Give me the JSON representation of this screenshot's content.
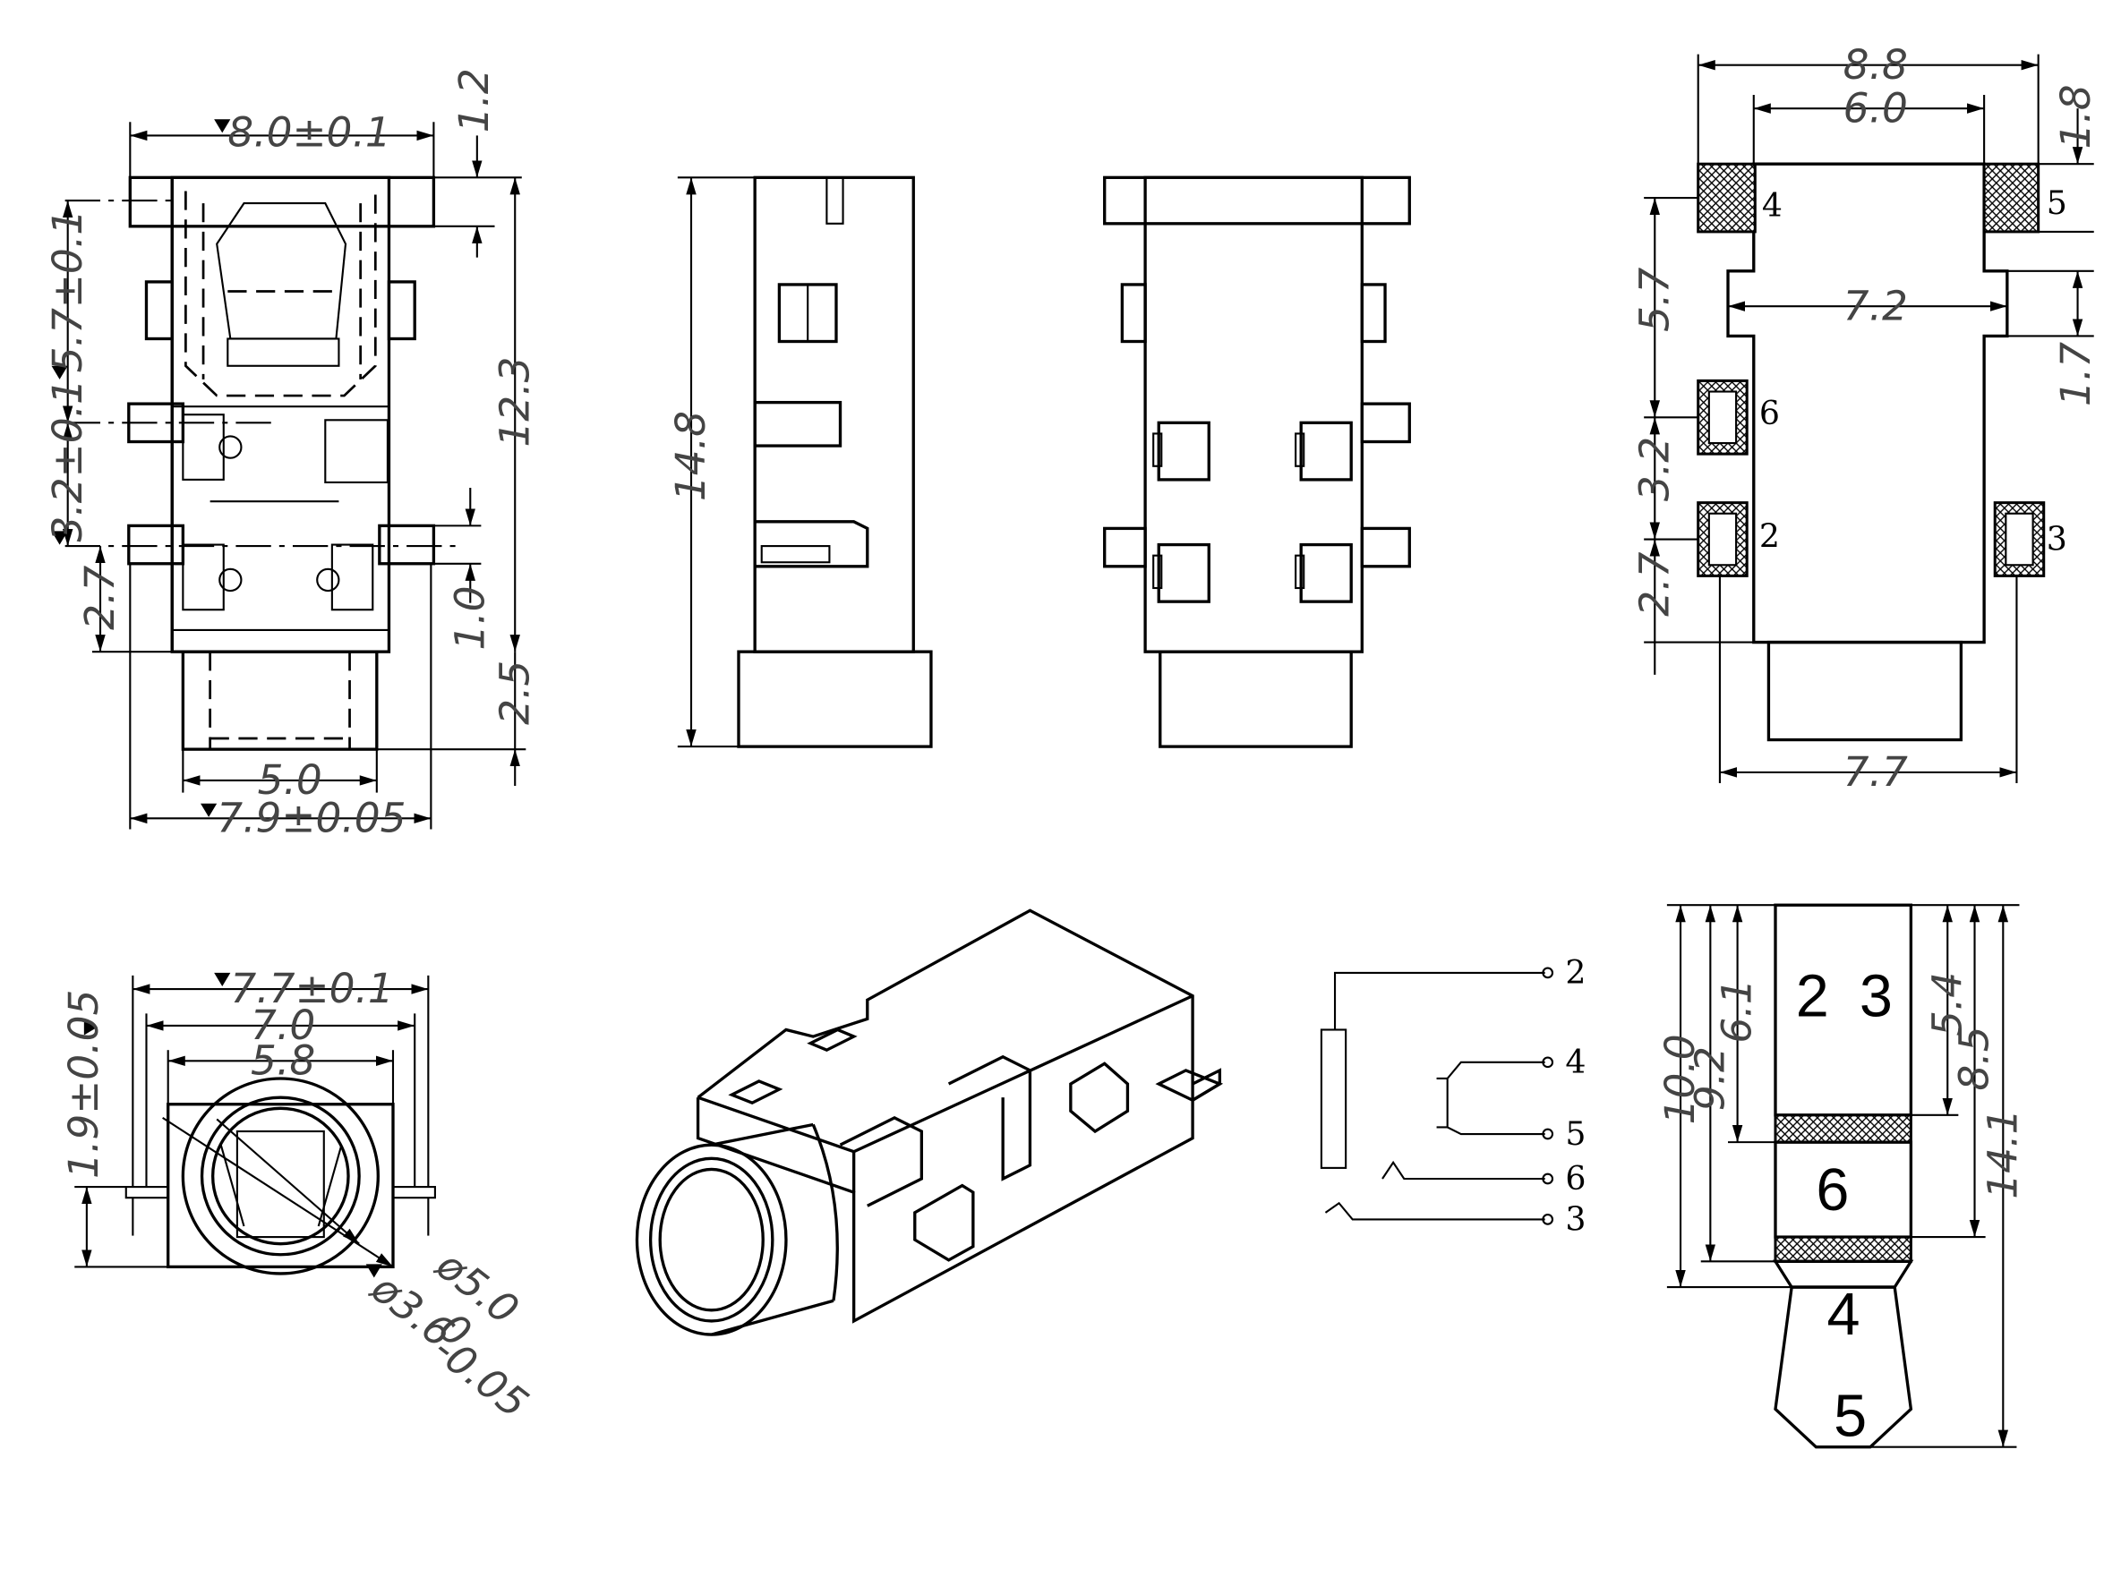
{
  "front_view": {
    "width_top": "8.0±0.1",
    "top_offset": "1.2",
    "pin_pitch_upper": "5.7±0.1",
    "pin_pitch_mid": "3.2±0.1",
    "body_height": "12.3",
    "pin_edge": "2.7",
    "pin_height": "1.0",
    "nose_length": "2.5",
    "nose_width": "5.0",
    "width_bottom": "7.9±0.05"
  },
  "side_view": {
    "length": "14.8"
  },
  "pcb_layout": {
    "outer_width": "8.8",
    "inner_width": "6.0",
    "pad_height": "1.8",
    "slot_width": "7.2",
    "slot_height": "1.7",
    "pitch_a": "5.7",
    "pitch_b": "3.2",
    "pitch_c": "2.7",
    "bottom_width": "7.7",
    "pads": [
      "4",
      "5",
      "6",
      "2",
      "3"
    ]
  },
  "end_view": {
    "w1": "7.7±0.1",
    "w2": "7.0",
    "w3": "5.8",
    "height": "1.9±0.05",
    "dia_outer": "ø5.0",
    "dia_inner": "ø3.6",
    "dia_inner_tol": "-0.05",
    "dia_inner_tol_top": "0"
  },
  "schematic": {
    "pins": [
      "2",
      "4",
      "5",
      "6",
      "3"
    ]
  },
  "plug": {
    "dims_left": [
      "10.0",
      "9.2",
      "6.1"
    ],
    "dims_right": [
      "5.4",
      "8.5",
      "14.1"
    ],
    "labels": [
      "2",
      "3",
      "6",
      "4",
      "5"
    ]
  }
}
